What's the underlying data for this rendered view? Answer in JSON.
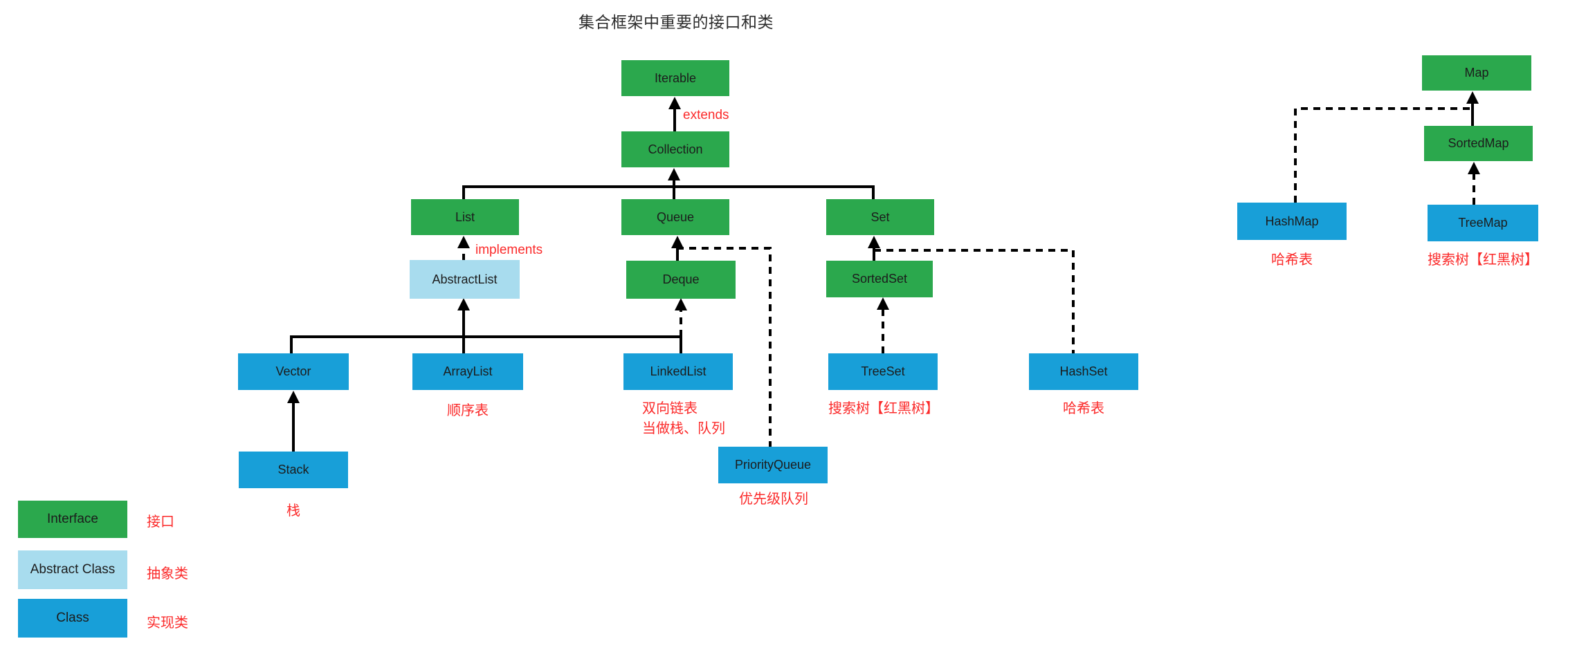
{
  "title": "集合框架中重要的接口和类",
  "colors": {
    "interface_green": "#2ba84d",
    "abstract_lightblue": "#a8dcee",
    "class_blue": "#189fd8",
    "note_red": "#fb2b2b",
    "line_black": "#000000"
  },
  "nodes": {
    "iterable": {
      "label": "Iterable"
    },
    "collection": {
      "label": "Collection"
    },
    "list": {
      "label": "List"
    },
    "queue": {
      "label": "Queue"
    },
    "set": {
      "label": "Set"
    },
    "abstractlist": {
      "label": "AbstractList"
    },
    "deque": {
      "label": "Deque"
    },
    "sortedset": {
      "label": "SortedSet"
    },
    "vector": {
      "label": "Vector"
    },
    "arraylist": {
      "label": "ArrayList",
      "note": "顺序表"
    },
    "linkedlist": {
      "label": "LinkedList",
      "note1": "双向链表",
      "note2": "当做栈、队列"
    },
    "treeset": {
      "label": "TreeSet",
      "note": "搜索树【红黑树】"
    },
    "hashset": {
      "label": "HashSet",
      "note": "哈希表"
    },
    "stack": {
      "label": "Stack",
      "note": "栈"
    },
    "priorityqueue": {
      "label": "PriorityQueue",
      "note": "优先级队列"
    },
    "map": {
      "label": "Map"
    },
    "sortedmap": {
      "label": "SortedMap"
    },
    "hashmap": {
      "label": "HashMap",
      "note": "哈希表"
    },
    "treemap": {
      "label": "TreeMap",
      "note": "搜索树【红黑树】"
    }
  },
  "edge_labels": {
    "extends": "extends",
    "implements": "implements"
  },
  "legend": [
    {
      "label": "Interface",
      "note": "接口",
      "type": "interface"
    },
    {
      "label": "Abstract Class",
      "note": "抽象类",
      "type": "abstract"
    },
    {
      "label": "Class",
      "note": "实现类",
      "type": "class"
    }
  ]
}
